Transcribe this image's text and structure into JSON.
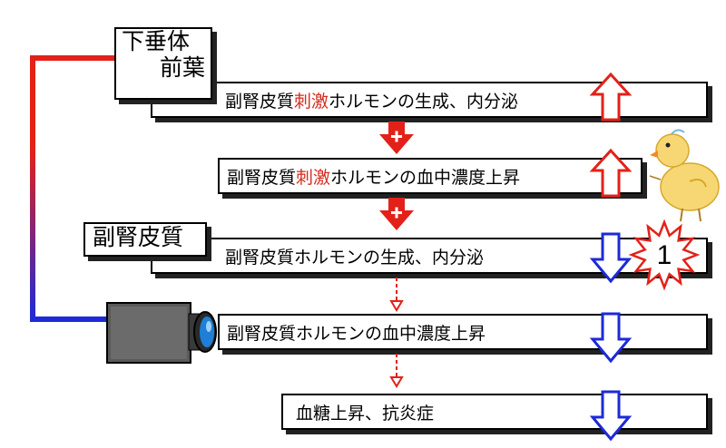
{
  "labels": {
    "pituitary_line1": "下垂体",
    "pituitary_line2": "前葉",
    "adrenal_cortex": "副腎皮質"
  },
  "steps": [
    {
      "prefix": "副腎皮質",
      "highlight": "刺激",
      "suffix": "ホルモンの生成、内分泌"
    },
    {
      "prefix": "副腎皮質",
      "highlight": "刺激",
      "suffix": "ホルモンの血中濃度上昇"
    },
    {
      "prefix": "副腎皮質ホルモンの生成、内分泌",
      "highlight": "",
      "suffix": ""
    },
    {
      "prefix": "副腎皮質ホルモンの血中濃度上昇",
      "highlight": "",
      "suffix": ""
    },
    {
      "prefix": "血糖上昇、抗炎症",
      "highlight": "",
      "suffix": ""
    }
  ],
  "badge": {
    "text": "1"
  },
  "colors": {
    "increase": "#e32119",
    "decrease": "#1d2ad8",
    "highlight": "#d42a1e"
  },
  "icons": [
    "plus-arrow-icon",
    "dashed-arrow-icon",
    "up-arrow-icon",
    "down-arrow-icon",
    "chick-illustration",
    "camera-icon",
    "starburst-badge"
  ]
}
